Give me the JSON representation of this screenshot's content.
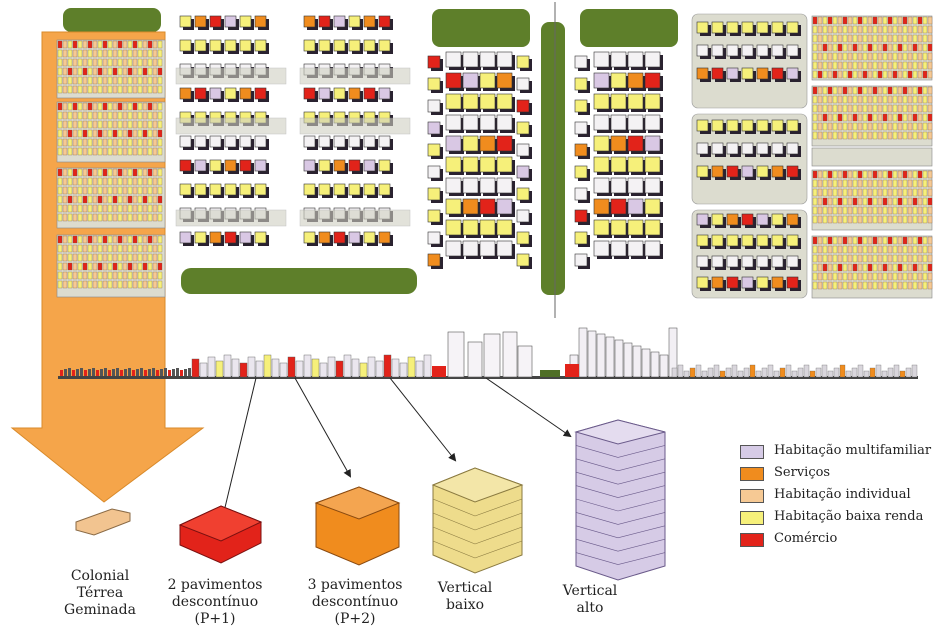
{
  "legend": {
    "items": [
      {
        "label": "Habitação multifamiliar",
        "color": "#d6cbe6"
      },
      {
        "label": "Serviços",
        "color": "#f08c1e"
      },
      {
        "label": "Habitação individual",
        "color": "#f6c994"
      },
      {
        "label": "Habitação baixa renda",
        "color": "#f6f07a"
      },
      {
        "label": "Comércio",
        "color": "#e2231a"
      }
    ]
  },
  "building_types": [
    {
      "label": "Colonial\nTérrea\nGeminada",
      "color": "#f2c490"
    },
    {
      "label": "2 pavimentos\ndescontínuo\n(P+1)",
      "color": "#e2231a"
    },
    {
      "label": "3 pavimentos\ndescontínuo\n(P+2)",
      "color": "#f08c1e"
    },
    {
      "label": "Vertical\nbaixo",
      "color": "#eedc8c"
    },
    {
      "label": "Vertical\nalto",
      "color": "#d6cbe6"
    }
  ],
  "colors": {
    "green_area": "#5e7f2a",
    "arrow": "#f5a54a",
    "block_base": "#dcdccf"
  }
}
